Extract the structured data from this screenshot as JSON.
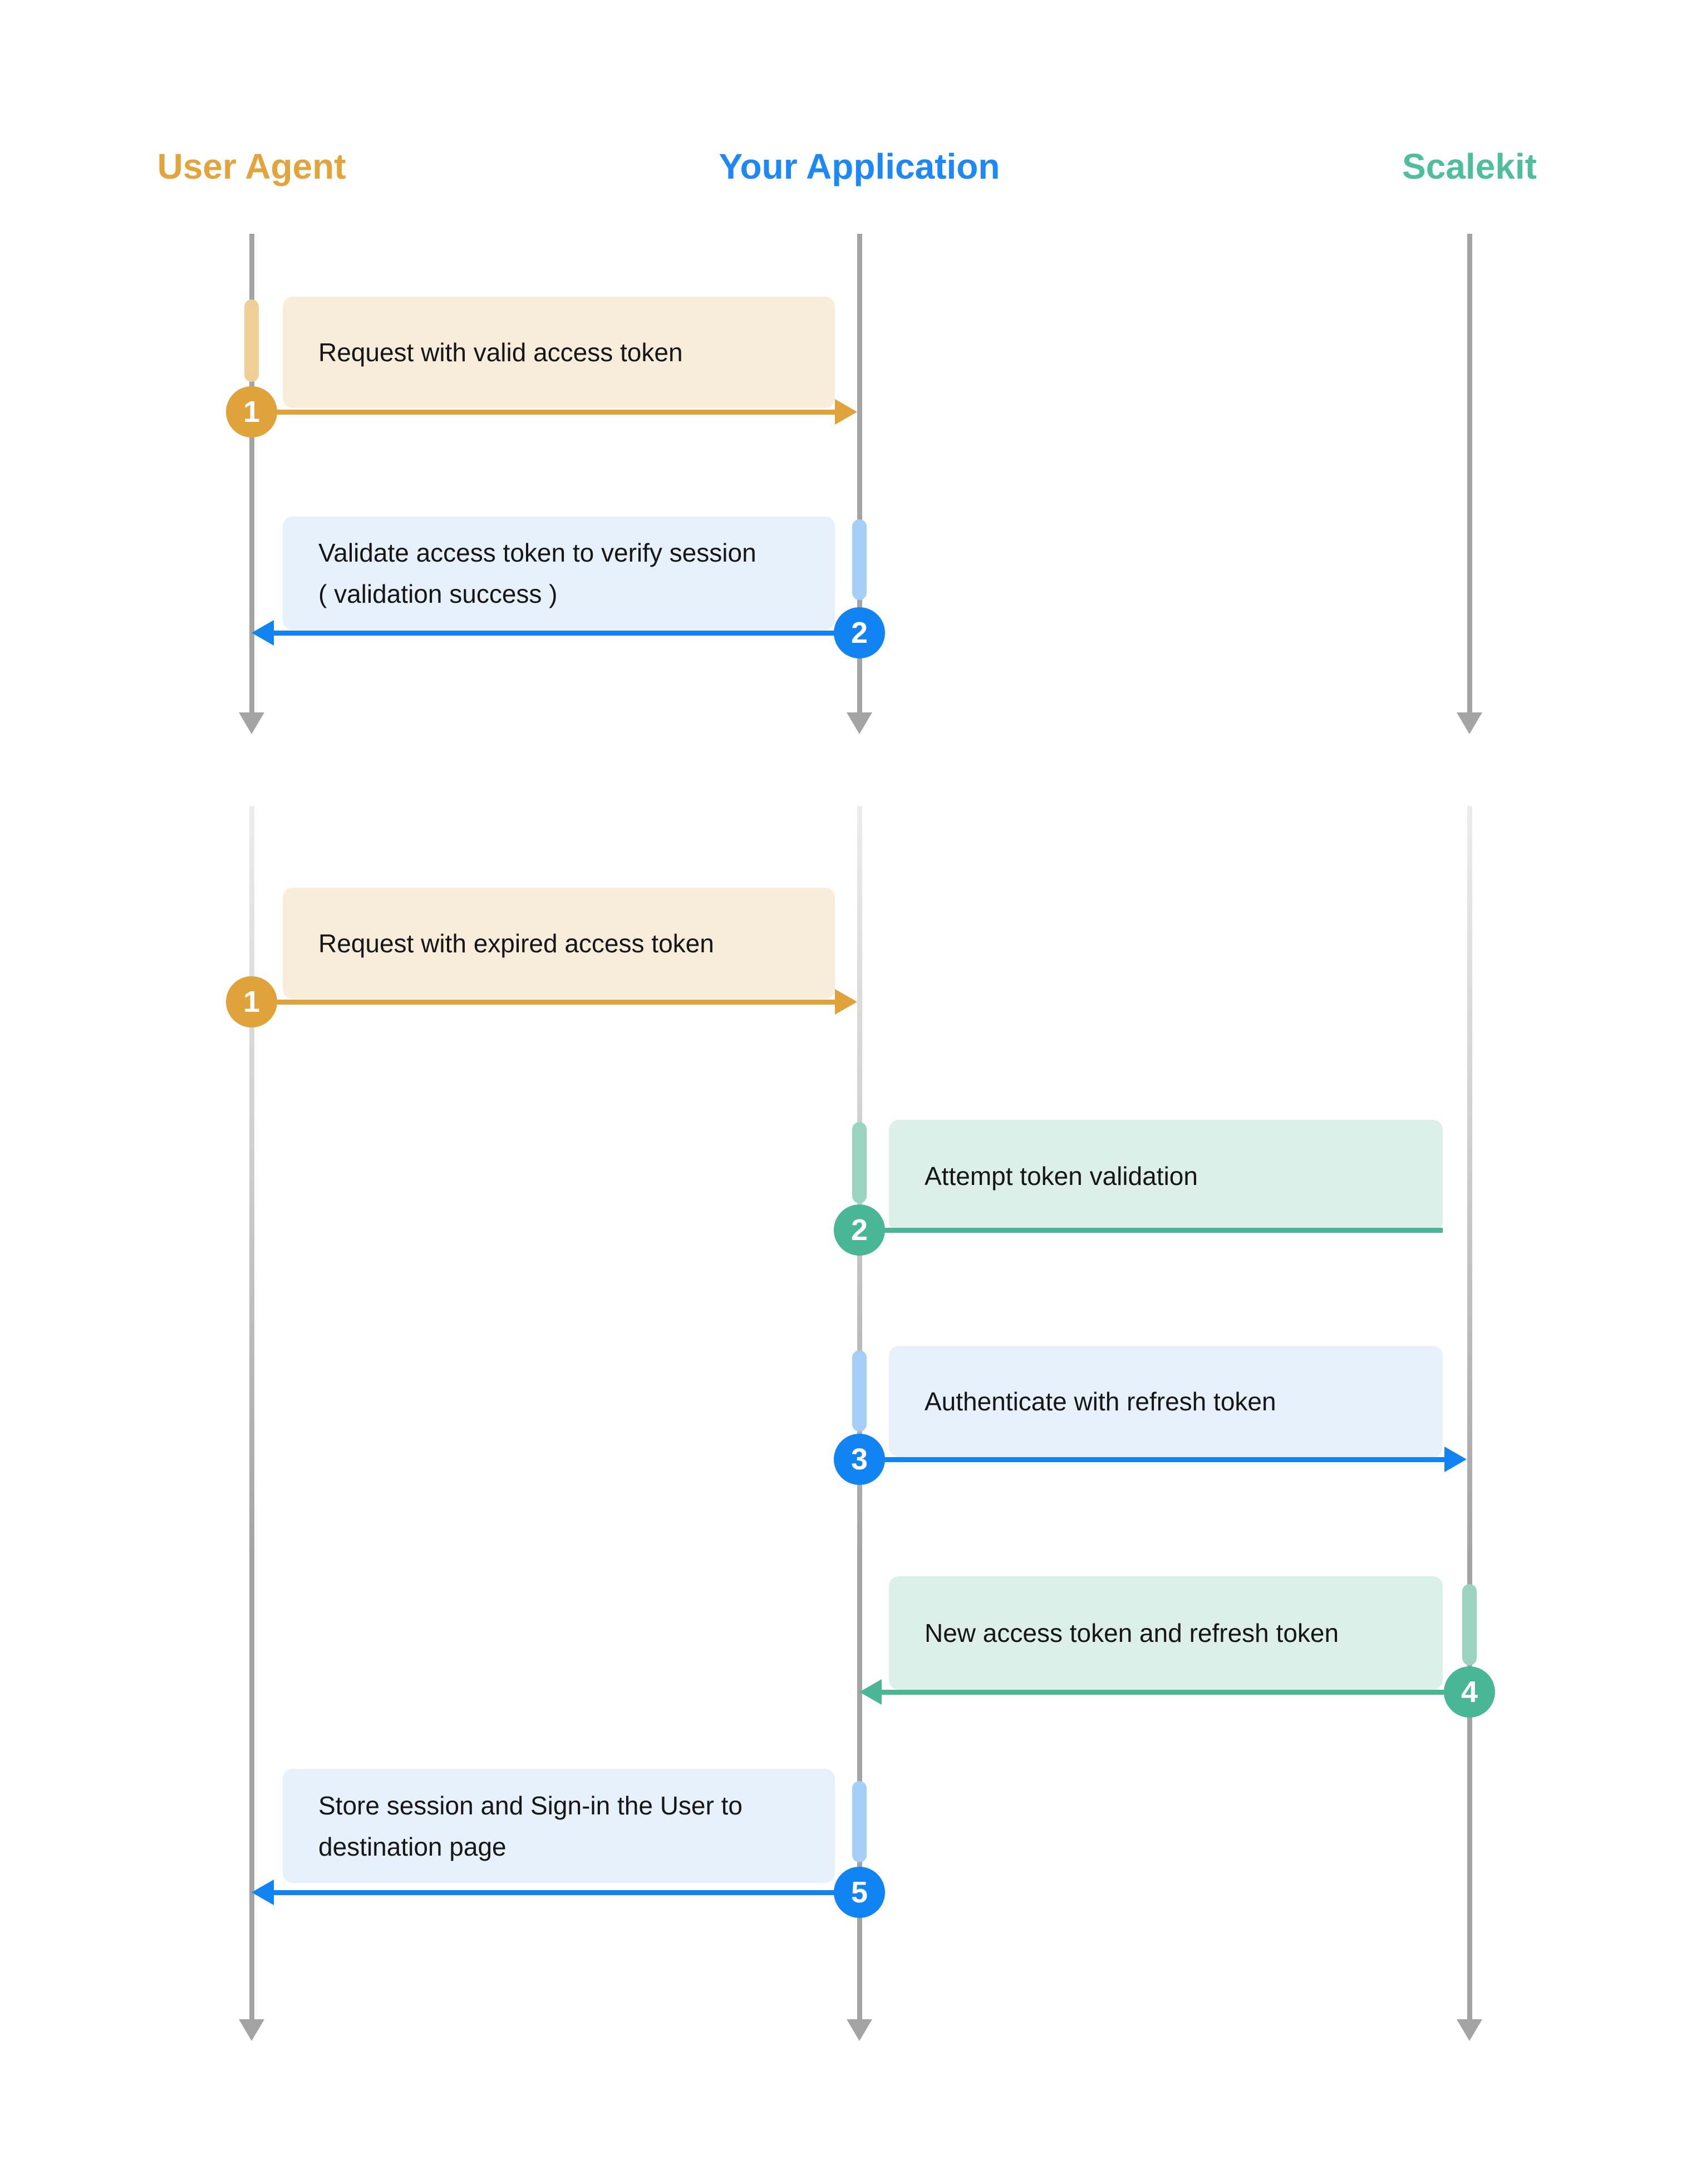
{
  "colors": {
    "gold": "#E0A23B",
    "goldLight": "#F0CF97",
    "goldBox": "#F8EDDB",
    "headerGold": "#E2A43C",
    "blue": "#1283F2",
    "blueLight": "#A5CFF6",
    "blueBox": "#E7F1FB",
    "headerBlue": "#1E88F7",
    "teal": "#49B795",
    "tealLight": "#9AD3BF",
    "tealBox": "#DCEFE9",
    "headerTeal": "#4FBE9C",
    "gray": "#A4A4A4",
    "grayLight": "#ECECEC",
    "ink": "#161616"
  },
  "actors": [
    {
      "label": "User Agent"
    },
    {
      "label": "Your Application"
    },
    {
      "label": "Scalekit"
    }
  ],
  "flow1": {
    "steps": [
      {
        "num": "1",
        "text": "Request with valid access token"
      },
      {
        "num": "2",
        "text": "Validate access token to verify session\n( validation success )"
      }
    ]
  },
  "flow2": {
    "steps": [
      {
        "num": "1",
        "text": "Request with expired access token"
      },
      {
        "num": "2",
        "text": "Attempt token validation"
      },
      {
        "num": "3",
        "text": "Authenticate with refresh token"
      },
      {
        "num": "4",
        "text": "New access token and refresh token"
      },
      {
        "num": "5",
        "text": "Store session and Sign-in the User to\ndestination page"
      }
    ]
  }
}
